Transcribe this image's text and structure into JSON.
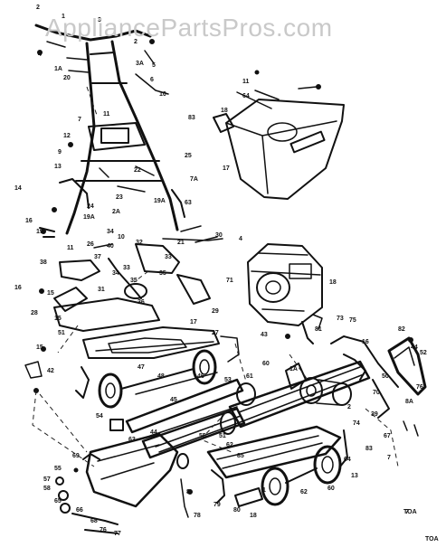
{
  "watermark": "AppliancePartsPros.com",
  "diagram": {
    "labels": [
      "2",
      "1",
      "3",
      "4",
      "2",
      "5",
      "1A",
      "20",
      "3A",
      "6",
      "10",
      "7",
      "11",
      "12",
      "25",
      "9",
      "13",
      "22",
      "7A",
      "14",
      "24",
      "23",
      "19A",
      "63",
      "2A",
      "16",
      "19",
      "19A",
      "11",
      "30",
      "4",
      "34",
      "10",
      "26",
      "32",
      "37",
      "33",
      "34",
      "35",
      "33",
      "35",
      "16",
      "38",
      "40",
      "36",
      "21",
      "15",
      "28",
      "31",
      "71",
      "29",
      "15",
      "51",
      "17",
      "15",
      "27",
      "43",
      "42",
      "47",
      "48",
      "45",
      "46",
      "54",
      "44",
      "63",
      "53",
      "55",
      "51",
      "62",
      "85",
      "11",
      "64",
      "18",
      "83",
      "17",
      "18",
      "73",
      "75",
      "81",
      "82",
      "16",
      "52",
      "60",
      "61",
      "44",
      "1A",
      "50",
      "76",
      "70",
      "2",
      "39",
      "74",
      "67",
      "83",
      "64",
      "13",
      "69",
      "55",
      "57",
      "58",
      "65",
      "66",
      "68",
      "76",
      "77",
      "78",
      "79",
      "80",
      "18",
      "1",
      "62",
      "60",
      "8",
      "8A",
      "7",
      "TOA"
    ],
    "footer_number": "7",
    "corner_code": "TOA"
  }
}
